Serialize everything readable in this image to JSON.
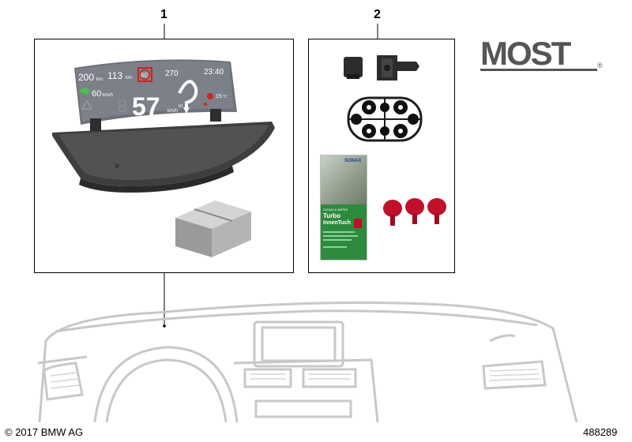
{
  "callouts": {
    "part1": "1",
    "part2": "2"
  },
  "logo": {
    "text": "MOST",
    "registered": "®",
    "color": "#4a4a4a"
  },
  "hud_display": {
    "distance_left": "200",
    "distance_left_unit": "km",
    "distance_mid": "113",
    "distance_mid_unit": "km",
    "speed_limit": "60",
    "nav_distance": "270",
    "time": "23:40",
    "set_speed": "60",
    "set_speed_unit": "km/h",
    "speed": "57",
    "speed_unit": "km/h",
    "nav_unit": "m",
    "temp": "15",
    "temp_unit": "°C"
  },
  "cleaning_cloth": {
    "brand": "SONAX",
    "line1": "CLEAN & WIPES",
    "line2": "Turbo",
    "line3": "InnenTuch"
  },
  "footer": {
    "copyright": "© 2017 BMW AG",
    "doc_number": "488289"
  },
  "colors": {
    "line": "#000000",
    "dashboard_gray": "#c8c8c8",
    "cap_red": "#c0102a",
    "cloth_green": "#2e8b3e",
    "hud_green": "#4cc05a",
    "hud_red": "#d22020"
  }
}
